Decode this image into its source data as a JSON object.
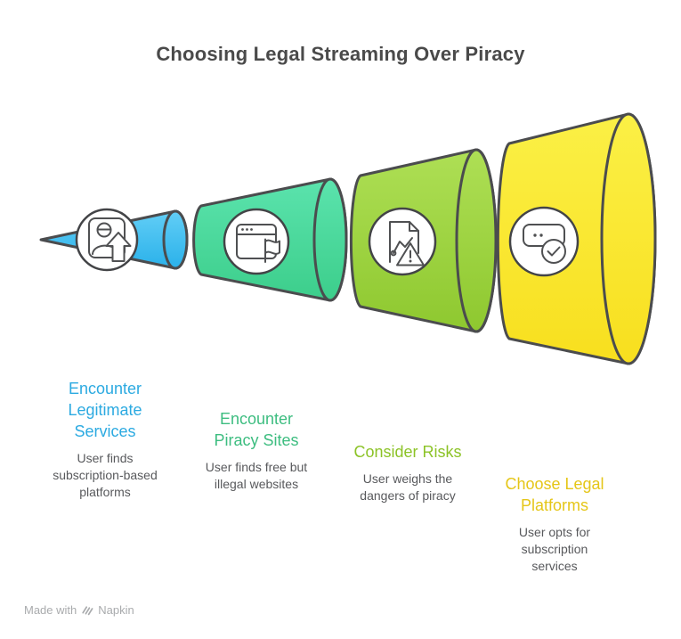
{
  "title": {
    "text": "Choosing Legal Streaming Over Piracy",
    "color": "#4a4a4a"
  },
  "funnel": {
    "outline_color": "#4b4c4e",
    "stages": [
      {
        "title": "Encounter\nLegitimate\nServices",
        "description": "User finds\nsubscription-based\nplatforms",
        "accent_color": "#2caae1",
        "gradient_top": "#62cef6",
        "gradient_bottom": "#2ab1ea",
        "icon": "user-upload-icon"
      },
      {
        "title": "Encounter\nPiracy Sites",
        "description": "User finds free but\nillegal websites",
        "accent_color": "#3dbd80",
        "gradient_top": "#5be3ad",
        "gradient_bottom": "#3cce8b",
        "icon": "browser-flag-icon"
      },
      {
        "title": "Consider Risks",
        "description": "User weighs the\ndangers of piracy",
        "accent_color": "#8cc327",
        "gradient_top": "#aedf55",
        "gradient_bottom": "#8ec82f",
        "icon": "chart-warning-icon"
      },
      {
        "title": "Choose Legal\nPlatforms",
        "description": "User opts for\nsubscription\nservices",
        "accent_color": "#e5c618",
        "gradient_top": "#fbf046",
        "gradient_bottom": "#f8df1e",
        "icon": "toggle-check-icon"
      }
    ]
  },
  "footer": {
    "prefix": "Made with",
    "brand": "Napkin",
    "logo": "napkin-logo-icon",
    "color": "#a9abad"
  }
}
